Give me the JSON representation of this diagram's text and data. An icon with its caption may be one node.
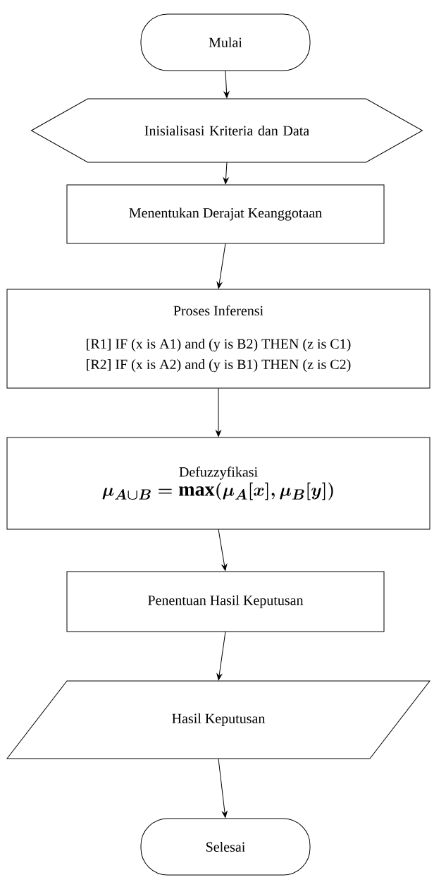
{
  "diagram": {
    "nodes": [
      {
        "text": [
          "Mulai"
        ]
      },
      {
        "text": [
          "Inisialisasi Kriteria dan Data"
        ]
      },
      {
        "text": [
          "Menentukan Derajat Keanggotaan"
        ]
      },
      {
        "text": [
          "Proses Inferensi",
          "[R1] IF (x is A1) and (y is B2) THEN (z is C1)",
          "[R2] IF (x is A2) and (y is B1) THEN (z is C2)"
        ]
      },
      {
        "text": [
          "Defuzzyfikasi",
          "\\mu_{A\\cup B} = \\max(\\mu_A[x], \\mu_B[y])"
        ]
      },
      {
        "text": [
          "Penentuan Hasil Keputusan"
        ]
      },
      {
        "text": [
          "Hasil Keputusan"
        ]
      },
      {
        "text": [
          "Selesai"
        ]
      }
    ],
    "edges": [
      {
        "from": 0,
        "to": 1,
        "arrow": "to"
      },
      {
        "from": 1,
        "to": 2,
        "arrow": "to"
      },
      {
        "from": 2,
        "to": 3,
        "arrow": "to"
      },
      {
        "from": 3,
        "to": 4,
        "arrow": "to"
      },
      {
        "from": 4,
        "to": 5,
        "arrow": "to"
      },
      {
        "from": 5,
        "to": 6,
        "arrow": "to"
      },
      {
        "from": 6,
        "to": 7,
        "arrow": "to"
      }
    ]
  }
}
